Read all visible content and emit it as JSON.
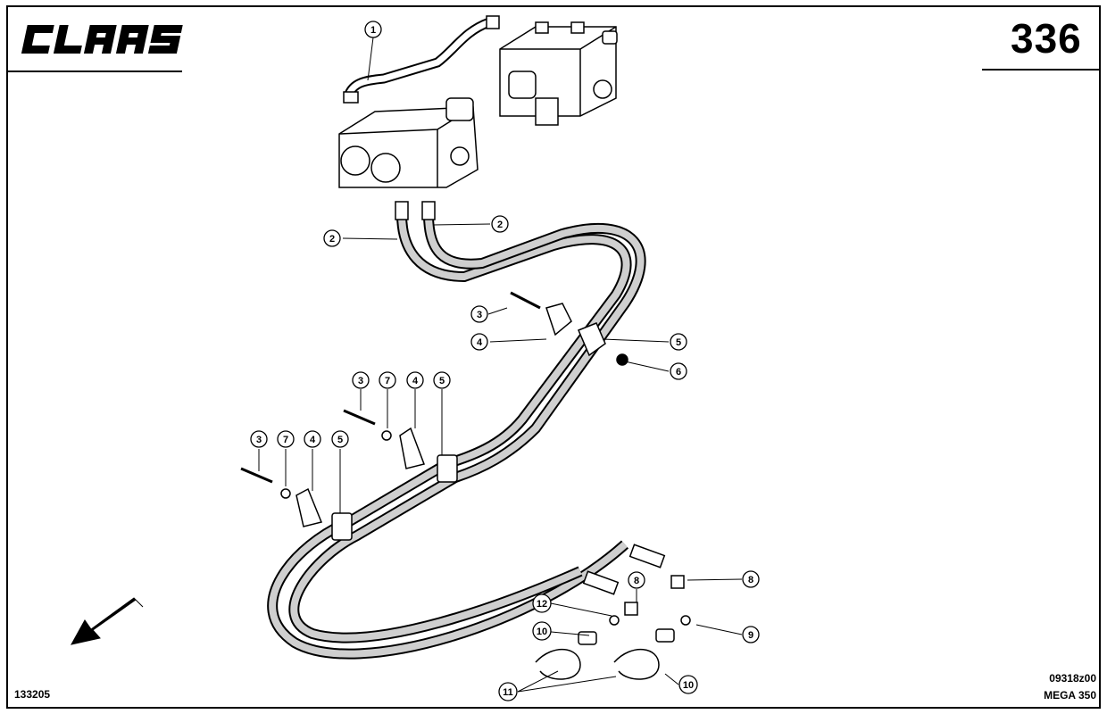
{
  "header": {
    "brand": "CLAAS",
    "page_number": "336"
  },
  "footer": {
    "document_number": "133205",
    "drawing_code": "09318z00",
    "model": "MEGA 350"
  },
  "callouts": [
    "1",
    "2",
    "2",
    "3",
    "4",
    "5",
    "6",
    "3",
    "7",
    "4",
    "5",
    "3",
    "7",
    "4",
    "5",
    "8",
    "12",
    "8",
    "10",
    "9",
    "11",
    "10"
  ],
  "colors": {
    "ink": "#000000",
    "paper": "#ffffff",
    "hose_fill": "#cfcfcf"
  }
}
